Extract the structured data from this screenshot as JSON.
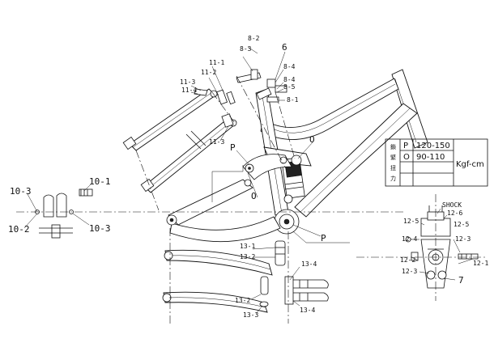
{
  "labels": {
    "l_8_2": "8-2",
    "l_8_3": "8-3",
    "l_6": "6",
    "l_8_4a": "8-4",
    "l_8_4b": "8-4",
    "l_8_5": "8-5",
    "l_8_1": "8-1",
    "l_11_1": "11-1",
    "l_11_2": "11-2",
    "l_11_3a": "11-3",
    "l_11_4": "11-4",
    "l_11_3b": "11-3",
    "l_P_top": "P",
    "l_O_top": "O",
    "l_O_left": "O",
    "l_P_bottom": "P",
    "l_10_1": "10-1",
    "l_10_3a": "10-3",
    "l_10_2": "10-2",
    "l_10_3b": "10-3",
    "l_13_1": "13-1",
    "l_13_2a": "13-2",
    "l_13_4a": "13-4",
    "l_13_2b": "13-2",
    "l_13_4b": "13-4",
    "l_13_3": "13-3",
    "l_shock": "SHOCK",
    "l_12_6": "12-6",
    "l_12_5a": "12-5",
    "l_12_5b": "12-5",
    "l_12_4": "12-4",
    "l_12_3": "12-3",
    "l_12_2": "12-2",
    "l_12_1": "12-1",
    "l_12_3b": "12-3",
    "l_7": "7"
  },
  "torque_table": {
    "heading_chars": [
      "鎖",
      "緊",
      "扭",
      "力"
    ],
    "rows": [
      {
        "mark": "P",
        "range": "120-150"
      },
      {
        "mark": "O",
        "range": "90-110"
      }
    ],
    "unit": "Kgf-cm"
  }
}
